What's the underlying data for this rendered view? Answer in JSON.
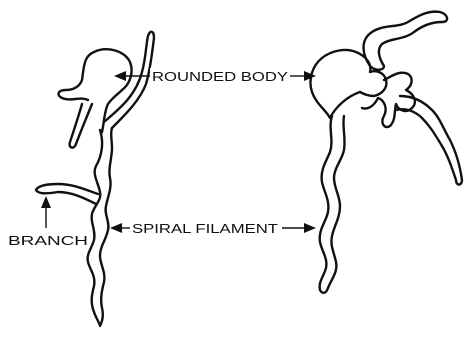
{
  "labels": {
    "rounded_body": "ROUNDED BODY",
    "spiral_filament": "SPIRAL FILAMENT",
    "branch": "BRANCH"
  },
  "colors": {
    "ink": "#111111",
    "background": "#ffffff"
  }
}
